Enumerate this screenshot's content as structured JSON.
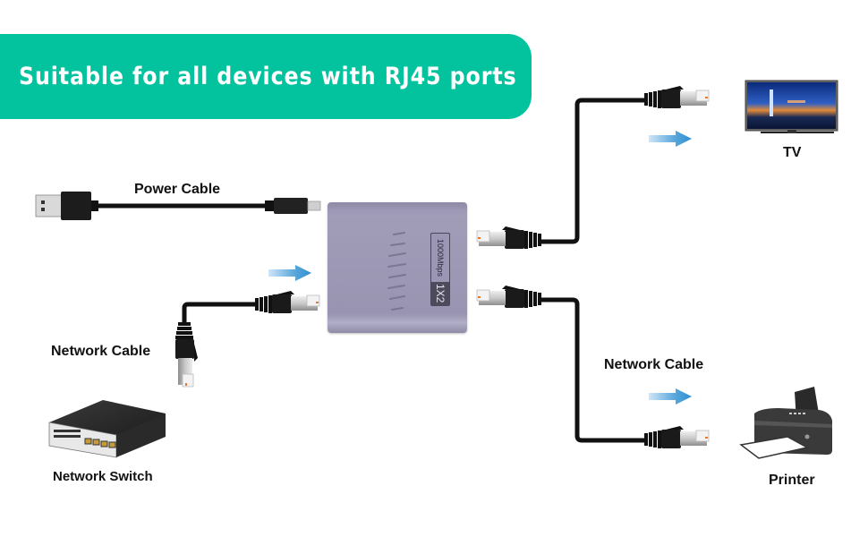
{
  "banner": {
    "title": "Suitable for all devices with RJ45 ports",
    "color": "#03c39f"
  },
  "device": {
    "speed_label": "1000Mbps",
    "ports_label": "1X2",
    "name": "RJ45 network splitter"
  },
  "labels": {
    "power_cable": "Power Cable",
    "network_cable_in": "Network Cable",
    "network_switch": "Network Switch",
    "network_cable_out": "Network Cable",
    "tv": "TV",
    "printer": "Printer"
  },
  "icons": {
    "usb": "usb-a-connector-icon",
    "micro_usb": "micro-usb-connector-icon",
    "rj45": "rj45-plug-icon",
    "arrow": "flow-arrow-icon",
    "switch": "network-switch-icon",
    "tv": "tv-icon",
    "printer": "printer-icon"
  },
  "colors": {
    "arrow": "#2f8fd0",
    "cable": "#111111",
    "device_body": "#9a96b3"
  }
}
